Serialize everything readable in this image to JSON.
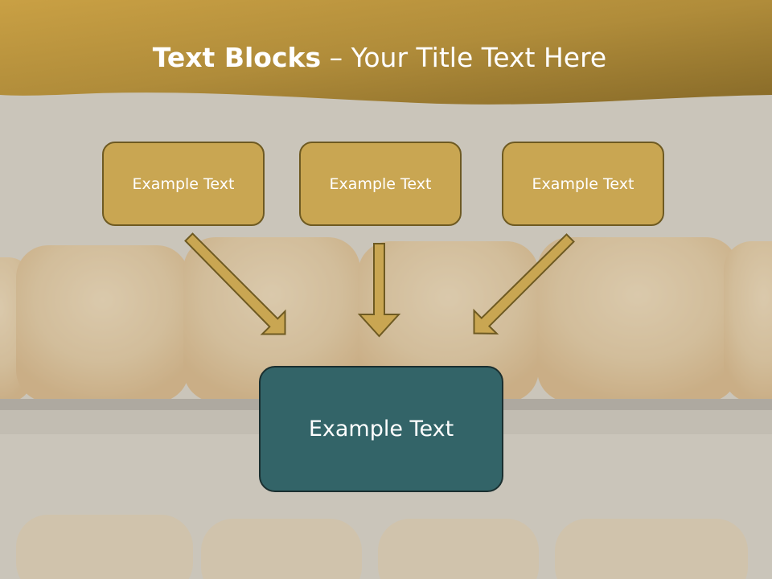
{
  "slide": {
    "title_bold": "Text Blocks",
    "title_rest": " – Your Title Text Here"
  },
  "blocks": {
    "top": [
      {
        "label": "Example Text"
      },
      {
        "label": "Example Text"
      },
      {
        "label": "Example Text"
      }
    ],
    "center": {
      "label": "Example Text"
    }
  },
  "colors": {
    "header_gold": "#b8923a",
    "block_gold": "#c9a652",
    "block_teal": "#336468",
    "background": "#cac5bb"
  }
}
